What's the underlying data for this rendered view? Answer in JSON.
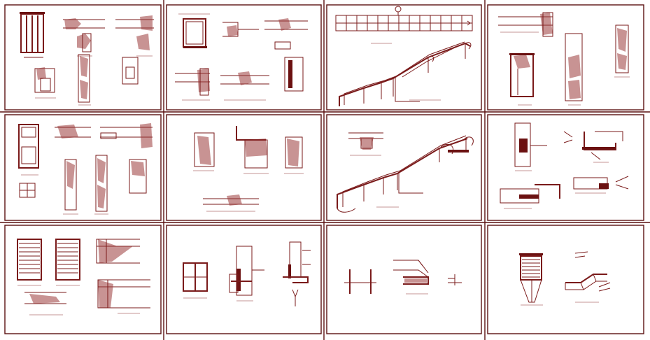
{
  "sheet": {
    "title": "",
    "panel_count": 12,
    "colors": {
      "line": "#7a1a1a",
      "hatch": "#9a3a3a",
      "background": "#ffffff",
      "frame": "#5a1010"
    }
  },
  "panels": [
    {
      "id": "door-details-1"
    },
    {
      "id": "window-sections"
    },
    {
      "id": "handrail-elevation"
    },
    {
      "id": "frame-sections"
    },
    {
      "id": "door-details-2"
    },
    {
      "id": "jamb-sections"
    },
    {
      "id": "stair-perspective"
    },
    {
      "id": "sill-details"
    },
    {
      "id": "louver-door-details"
    },
    {
      "id": "window-flashing-details"
    },
    {
      "id": "anchor-details"
    },
    {
      "id": "louver-vent-detail"
    }
  ]
}
